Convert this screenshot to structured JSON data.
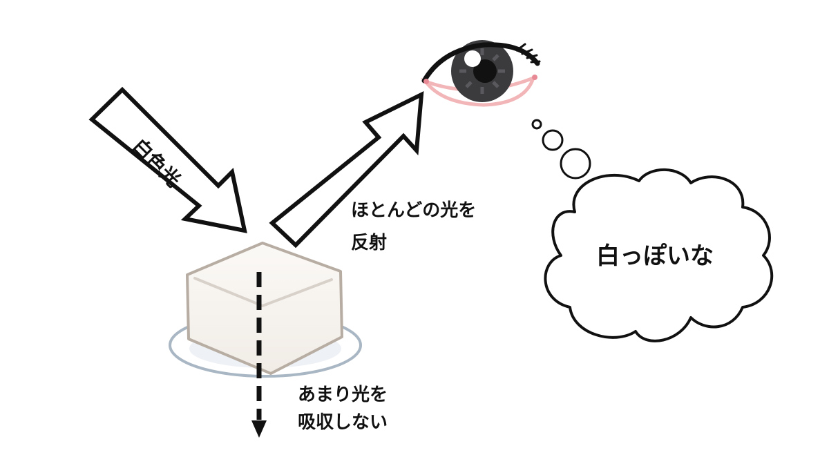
{
  "incoming_arrow": {
    "label": "白色光"
  },
  "reflected_arrow": {
    "label_lines": [
      "ほとんどの光を",
      "反射"
    ]
  },
  "transmitted_arrow": {
    "label_lines": [
      "あまり光を",
      "吸収しない"
    ]
  },
  "thought_bubble": {
    "text": "白っぽいな"
  },
  "colors": {
    "outline": "#111111",
    "iris": "#3b3b3e",
    "iris_pattern": "#5a5a5e",
    "lid_pink": "#f2b6b8",
    "corner_pink": "#e88a96",
    "block_edge": "#b7ada3",
    "plate_edge": "#a9b6c3"
  }
}
